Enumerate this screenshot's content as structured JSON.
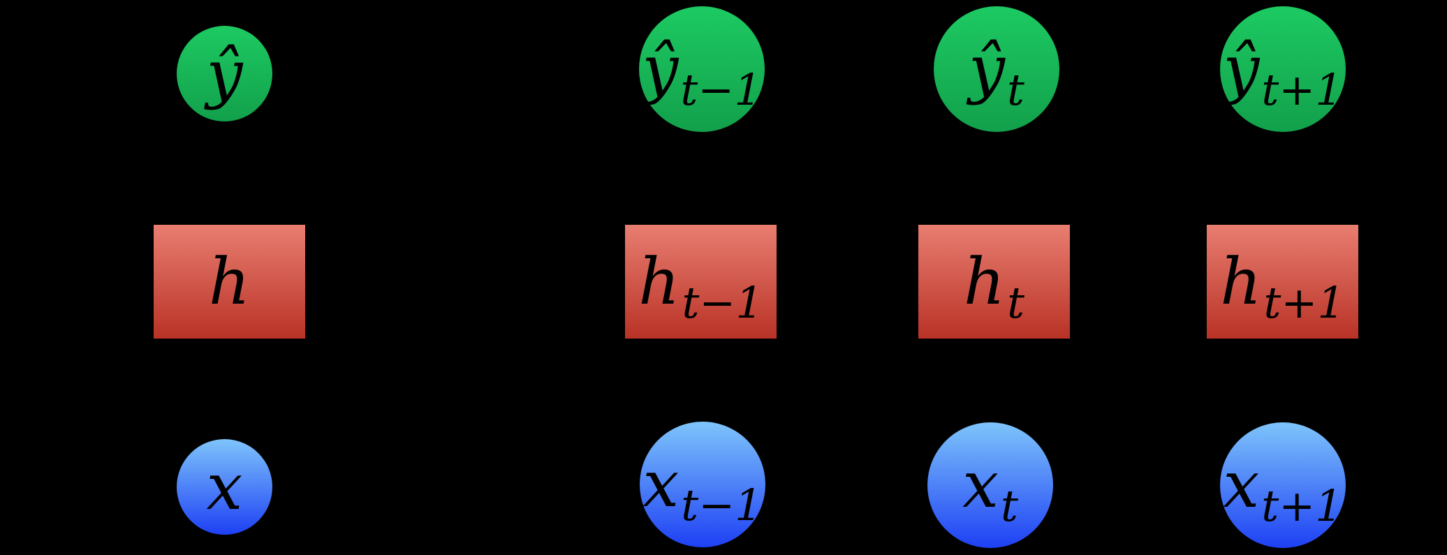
{
  "diagram": {
    "title": "rnn-unfolding",
    "colors": {
      "background": "#000000",
      "label": "#000000",
      "output_top": "#1dca62",
      "output_bottom": "#12a04b",
      "hidden_top": "#e87e71",
      "hidden_bottom": "#b93226",
      "input_top": "#7ec4fb",
      "input_bottom": "#1e40f4"
    },
    "nodes": {
      "y_single": {
        "main": "ŷ",
        "sub": ""
      },
      "h_single": {
        "main": "h",
        "sub": ""
      },
      "x_single": {
        "main": "x",
        "sub": ""
      },
      "y_tm1": {
        "main": "ŷ",
        "sub": "t−1"
      },
      "h_tm1": {
        "main": "h",
        "sub": "t−1"
      },
      "x_tm1": {
        "main": "x",
        "sub": "t−1"
      },
      "y_t": {
        "main": "ŷ",
        "sub": "t"
      },
      "h_t": {
        "main": "h",
        "sub": "t"
      },
      "x_t": {
        "main": "x",
        "sub": "t"
      },
      "y_tp1": {
        "main": "ŷ",
        "sub": "t+1"
      },
      "h_tp1": {
        "main": "h",
        "sub": "t+1"
      },
      "x_tp1": {
        "main": "x",
        "sub": "t+1"
      }
    }
  }
}
